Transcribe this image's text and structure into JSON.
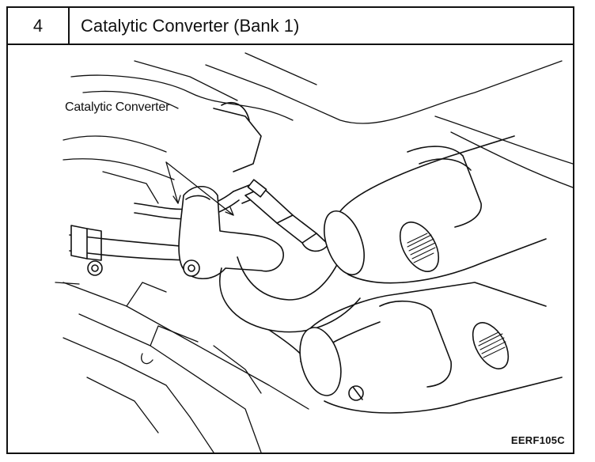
{
  "header": {
    "step_number": "4",
    "title": "Catalytic Converter (Bank 1)"
  },
  "figure": {
    "callout_label": "Catalytic Converter",
    "figure_code": "EERF105C"
  },
  "colors": {
    "ink": "#111111",
    "paper": "#ffffff"
  }
}
